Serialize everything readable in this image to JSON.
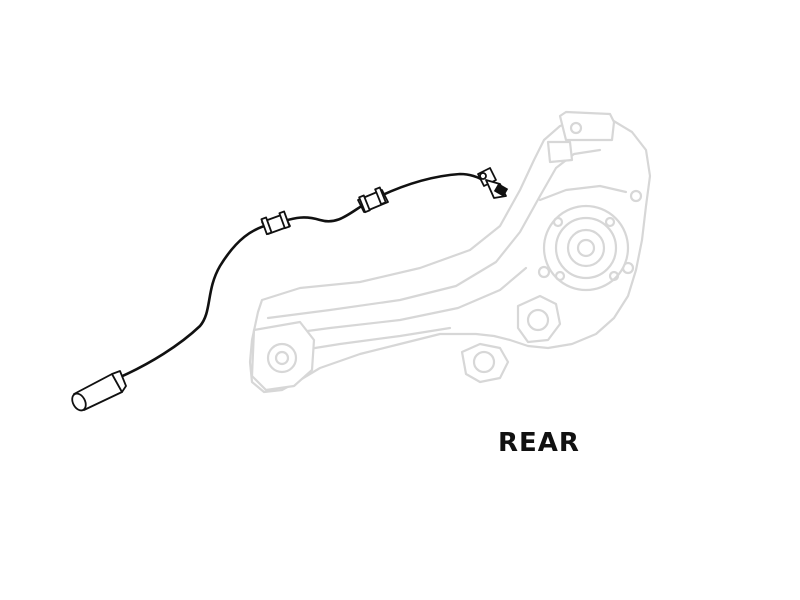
{
  "diagram": {
    "label": "REAR",
    "colors": {
      "background": "#ffffff",
      "sensor_cable": "#111111",
      "ghost_components": "#d7d7d7"
    },
    "components": [
      {
        "icon": "wheel-speed-sensor-cable-icon",
        "emphasis": "primary"
      },
      {
        "icon": "rear-trailing-arm-icon",
        "emphasis": "ghosted"
      },
      {
        "icon": "wheel-hub-icon",
        "emphasis": "ghosted"
      }
    ]
  }
}
